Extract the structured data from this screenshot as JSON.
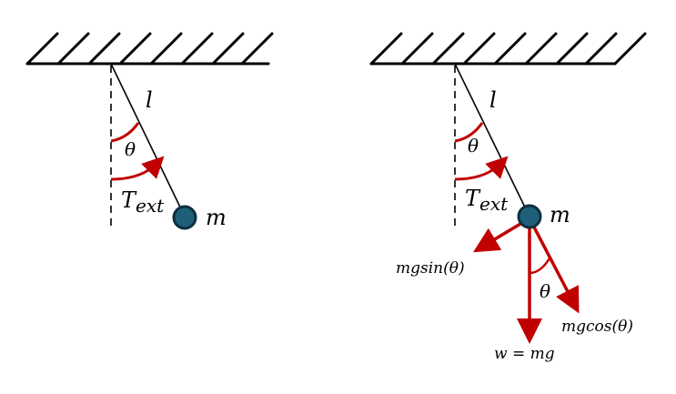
{
  "left_diagram": {
    "length_label": "l",
    "angle_label": "θ",
    "torque_label_base": "T",
    "torque_label_sub": "ext",
    "mass_label": "m"
  },
  "right_diagram": {
    "length_label": "l",
    "angle_label": "θ",
    "torque_label_base": "T",
    "torque_label_sub": "ext",
    "mass_label": "m",
    "force_tangential_label": "mgsin(θ)",
    "force_normal_label": "mgcos(θ)",
    "force_angle_label": "θ",
    "weight_label": "w = mg"
  },
  "colors": {
    "line": "#000000",
    "arrow": "#c00000",
    "bob_fill": "#1f5f7a",
    "bob_stroke": "#0f2f3f"
  }
}
